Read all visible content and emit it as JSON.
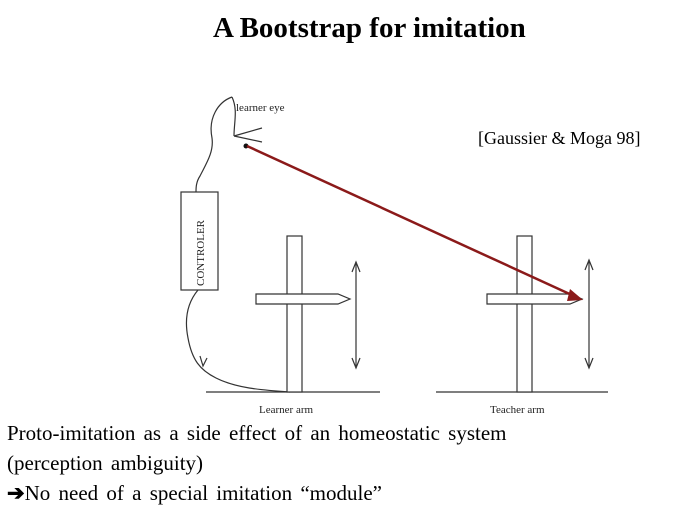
{
  "title": "A Bootstrap for imitation",
  "citation": "[Gaussier & Moga 98]",
  "diagram": {
    "eye_label": "learner eye",
    "controller_label": "CONTROLER",
    "learner_arm_label": "Learner arm",
    "teacher_arm_label": "Teacher arm",
    "gaze_arrow_color": "#8b1a1a"
  },
  "body": {
    "line1": "Proto-imitation as a side effect of an homeostatic system",
    "line2": "(perception ambiguity)",
    "line3_arrow": "➔",
    "line3_text": "No need of a special imitation “module”"
  }
}
